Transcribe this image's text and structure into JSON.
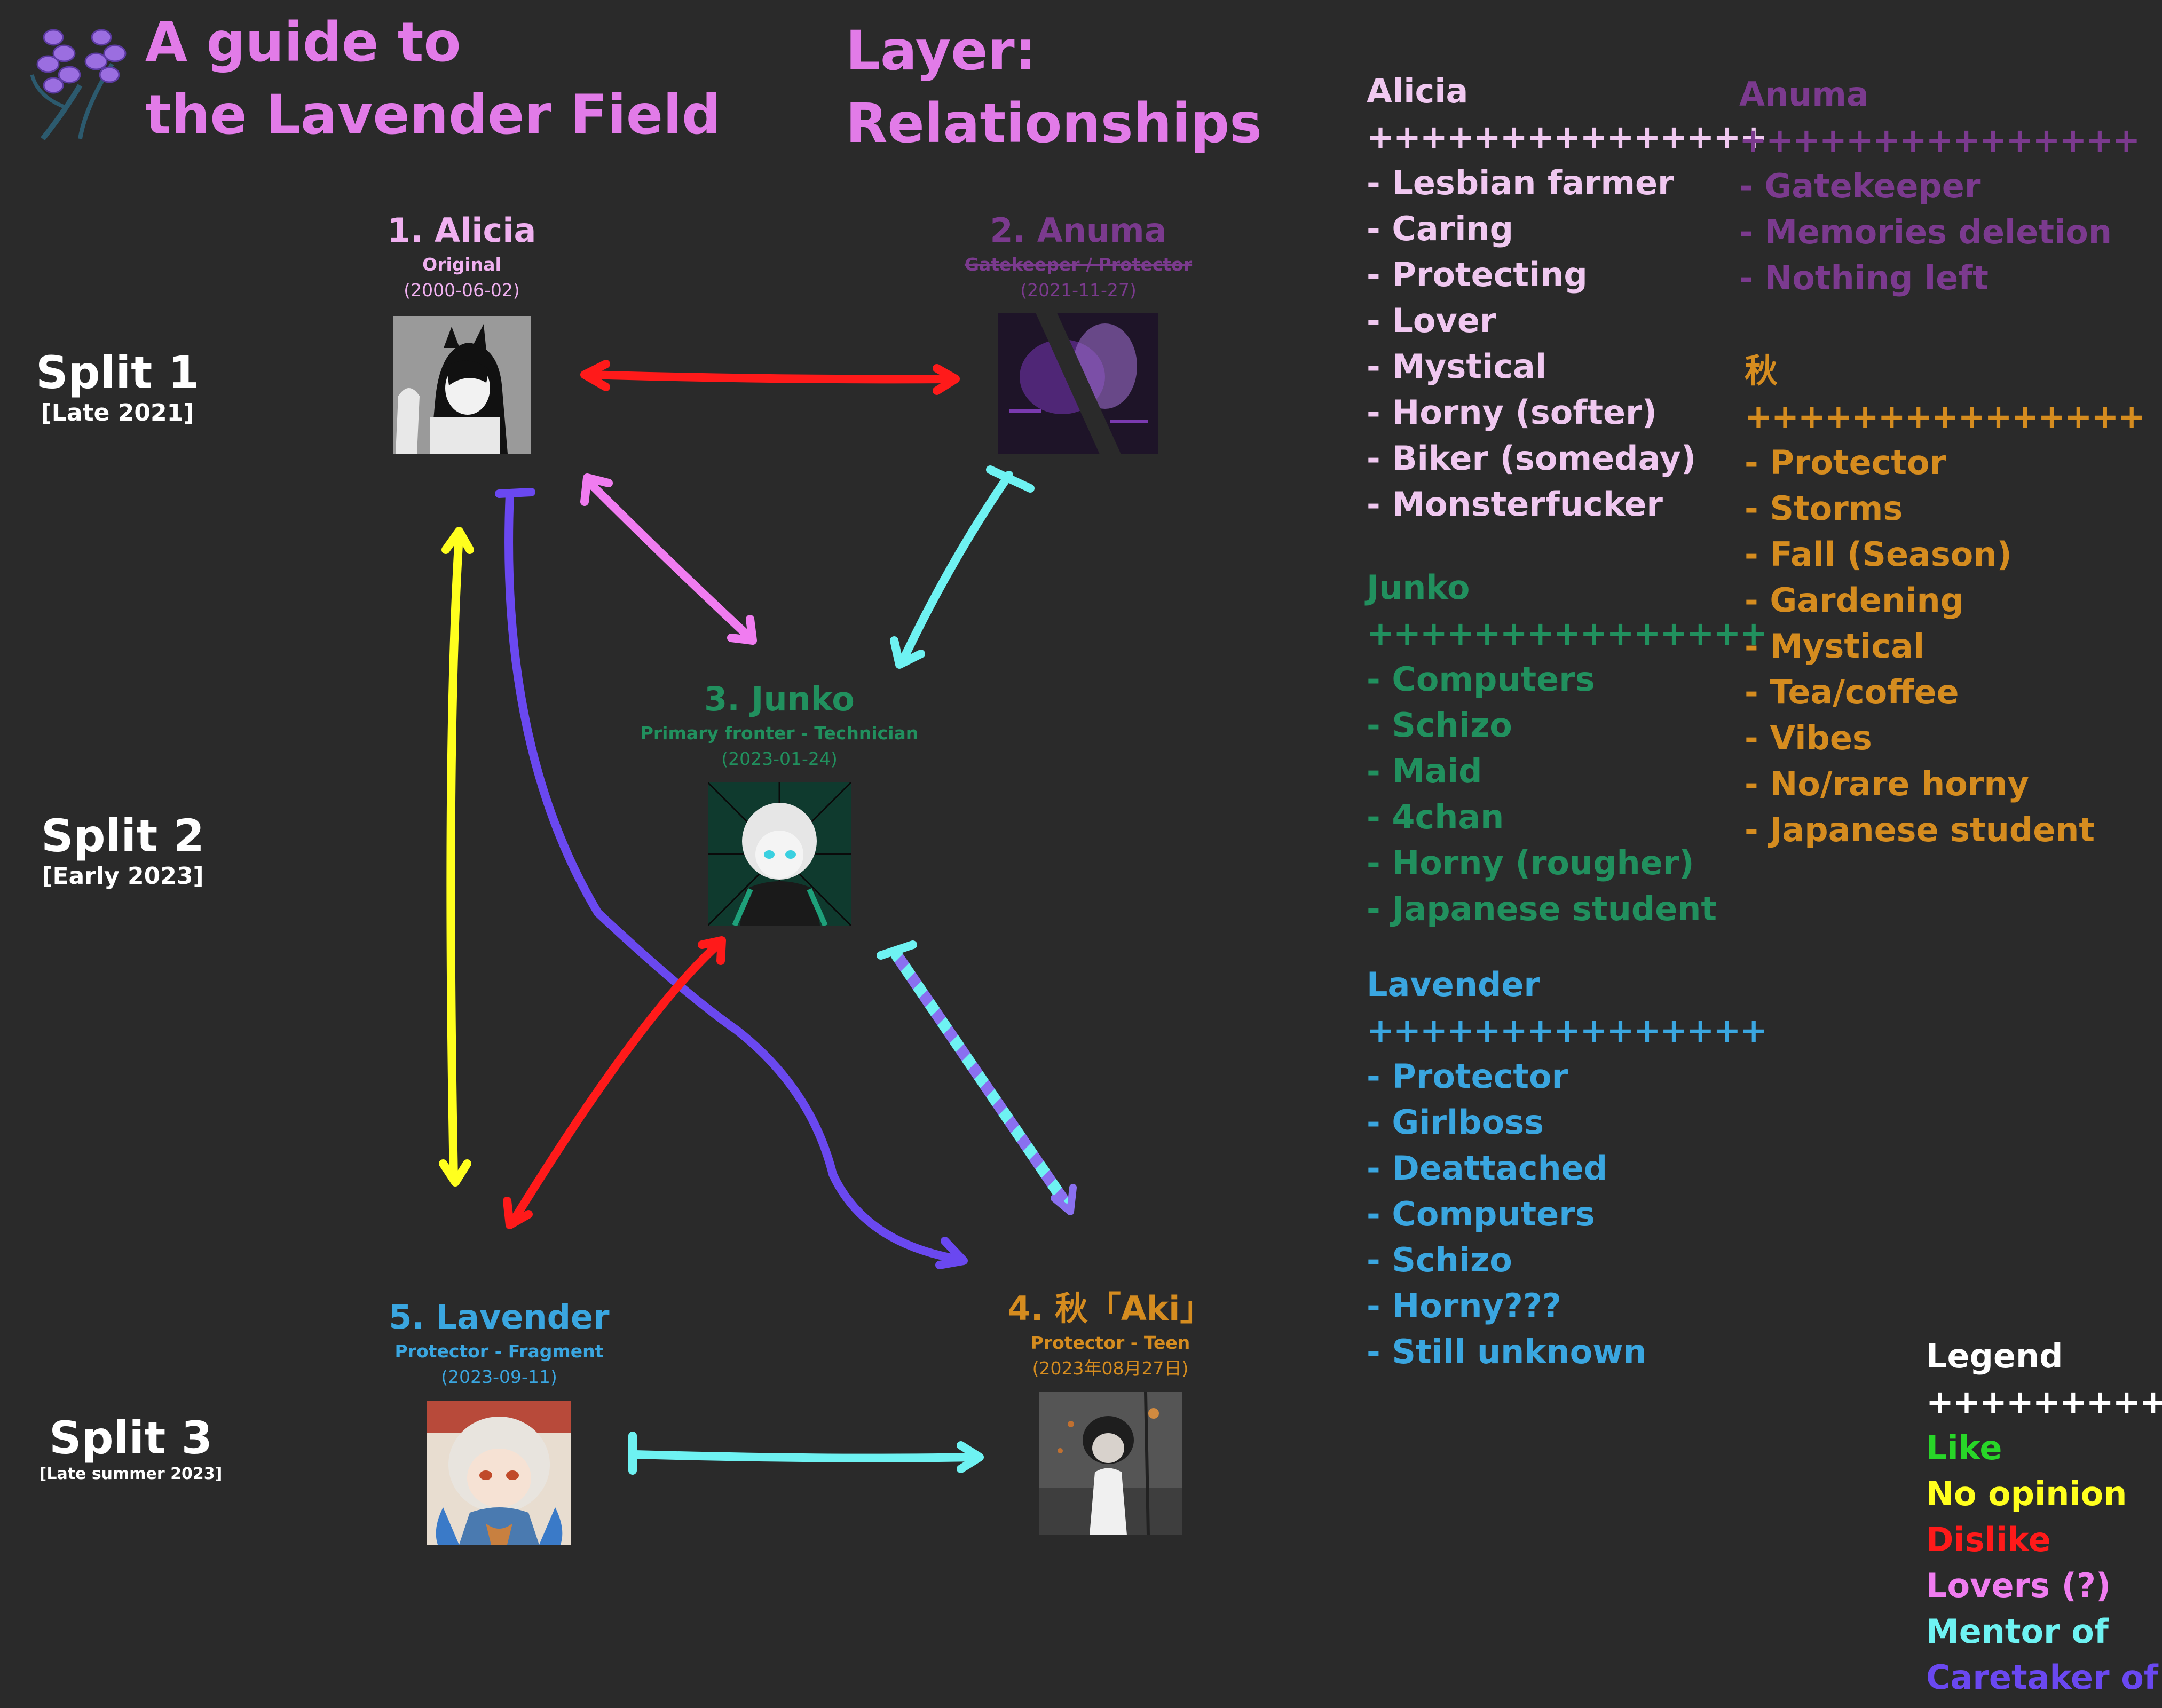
{
  "title": {
    "line1": "A guide to",
    "line2": "the Lavender Field",
    "color": "#e27be8"
  },
  "layer": {
    "line1": "Layer:",
    "line2": "Relationships"
  },
  "splits": [
    {
      "name": "Split 1",
      "date": "[Late 2021]"
    },
    {
      "name": "Split 2",
      "date": "[Early 2023]"
    },
    {
      "name": "Split 3",
      "date": "[Late summer 2023]"
    }
  ],
  "nodes": {
    "alicia": {
      "name": "1. Alicia",
      "role": "Original",
      "date": "(2000-06-02)",
      "color": "#f0b0f0"
    },
    "anuma": {
      "name": "2. Anuma",
      "role": "Gatekeeper / Protector",
      "date": "(2021-11-27)",
      "color": "#7b3a8e"
    },
    "junko": {
      "name": "3. Junko",
      "role": "Primary fronter - Technician",
      "date": "(2023-01-24)",
      "color": "#21905e"
    },
    "aki": {
      "name": "4. 秋「Aki」",
      "role": "Protector - Teen",
      "date": "(2023年08月27日)",
      "color": "#d58c1f"
    },
    "lavender": {
      "name": "5. Lavender",
      "role": "Protector - Fragment",
      "date": "(2023-09-11)",
      "color": "#3aa6e0"
    }
  },
  "traits": {
    "alicia": {
      "heading": "Alicia",
      "separator": "+++++++++++++++",
      "items": [
        "- Lesbian farmer",
        "- Caring",
        "- Protecting",
        "- Lover",
        "- Mystical",
        "- Horny (softer)",
        "- Biker (someday)",
        "- Monsterfucker"
      ],
      "color": "#f0c8f0"
    },
    "junko": {
      "heading": "Junko",
      "separator": "+++++++++++++++",
      "items": [
        "- Computers",
        "- Schizo",
        "- Maid",
        "- 4chan",
        "- Horny (rougher)",
        "- Japanese student"
      ],
      "color": "#21905e"
    },
    "lavender": {
      "heading": "Lavender",
      "separator": "+++++++++++++++",
      "items": [
        "- Protector",
        "- Girlboss",
        "- Deattached",
        "- Computers",
        "- Schizo",
        "- Horny???",
        "- Still unknown"
      ],
      "color": "#3aa6e0"
    },
    "anuma": {
      "heading": "Anuma",
      "separator": "+++++++++++++++",
      "items": [
        "- Gatekeeper",
        "- Memories deletion",
        "- Nothing left"
      ],
      "color": "#7b3a8e"
    },
    "aki": {
      "heading": "秋",
      "separator": "+++++++++++++++",
      "items": [
        "- Protector",
        "- Storms",
        "- Fall (Season)",
        "- Gardening",
        "- Mystical",
        "- Tea/coffee",
        "- Vibes",
        "- No/rare horny",
        "- Japanese student"
      ],
      "color": "#d58c1f"
    }
  },
  "legend": {
    "heading": "Legend",
    "separator": "++++++++++++",
    "items": [
      {
        "label": "Like",
        "color": "#28d628"
      },
      {
        "label": "No opinion",
        "color": "#ffff1e"
      },
      {
        "label": "Dislike",
        "color": "#ff1a1a"
      },
      {
        "label": "Lovers (?)",
        "color": "#f07cf0"
      },
      {
        "label": "Mentor of",
        "color": "#6ef2f2"
      },
      {
        "label": "Caretaker of",
        "color": "#6a48f0"
      }
    ]
  },
  "colors": {
    "background": "#2a2a2a",
    "dislike": "#ff1a1a",
    "no_opinion": "#ffff1e",
    "lovers": "#f07cf0",
    "mentor": "#6ef2f2",
    "caretaker": "#6a48f0",
    "dashed_stripe": "#8a70f0"
  }
}
